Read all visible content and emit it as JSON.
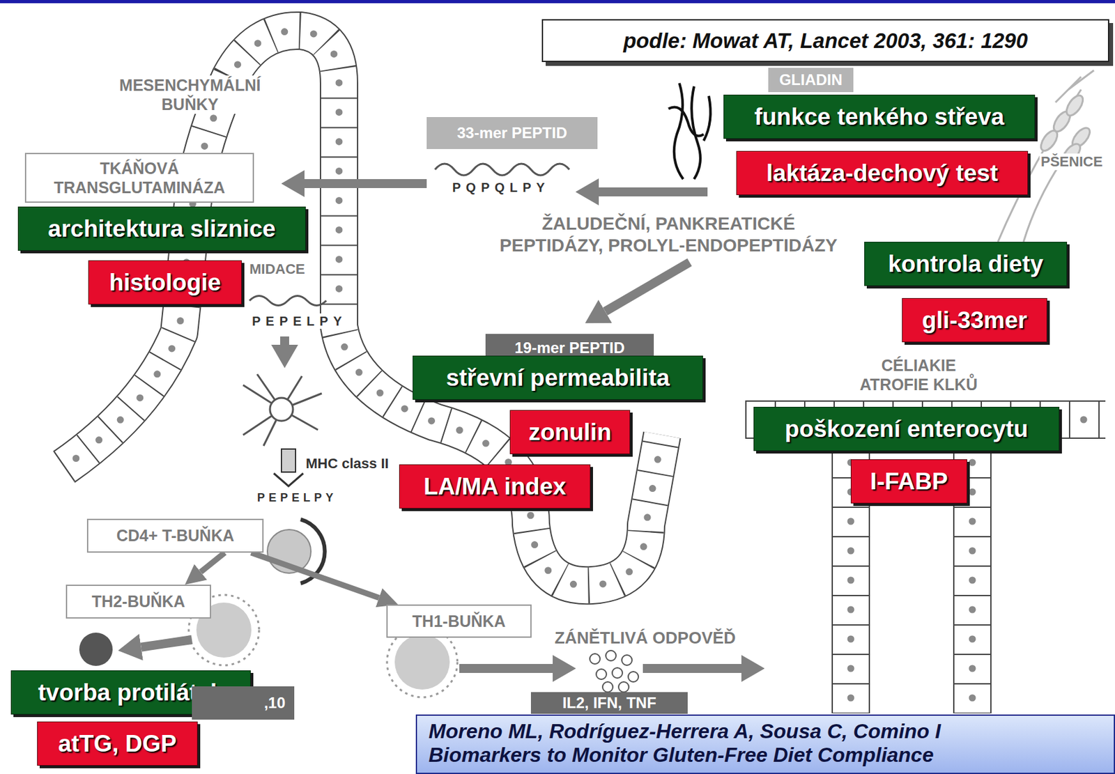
{
  "diagram": {
    "nodes": [
      {
        "text": [
          "podle: Mowat AT, Lancet 2003, 361: 1290"
        ]
      },
      {
        "text": [
          "GLIADIN"
        ]
      },
      {
        "text": [
          "funkce tenkého střeva"
        ]
      },
      {
        "text": [
          "laktáza-dechový test"
        ]
      },
      {
        "text": [
          "33-mer PEPTID"
        ]
      },
      {
        "text": [
          "TKÁŇOVÁ TRANSGLUTAMINÁZA"
        ]
      },
      {
        "text": [
          "architektura sliznice"
        ]
      },
      {
        "text": [
          "histologie"
        ]
      },
      {
        "text": [
          "kontrola diety"
        ]
      },
      {
        "text": [
          "gli-33mer"
        ]
      },
      {
        "text": [
          "19-mer PEPTID"
        ]
      },
      {
        "text": [
          "střevní permeabilita"
        ]
      },
      {
        "text": [
          "poškození enterocytu"
        ]
      },
      {
        "text": [
          "zonulin"
        ]
      },
      {
        "text": [
          "I-FABP"
        ]
      },
      {
        "text": [
          "LA/MA index"
        ]
      },
      {
        "text": [
          "CD4+ T-BUŇKA"
        ]
      },
      {
        "text": [
          "TH2-BUŇKA"
        ]
      },
      {
        "text": [
          "TH1-BUŇKA"
        ]
      },
      {
        "text": [
          "tvorba protilátek"
        ]
      },
      {
        "text": [
          ",10"
        ]
      },
      {
        "text": [
          "atTG, DGP"
        ]
      },
      {
        "text": [
          "IL2, IFN, TNF"
        ]
      },
      {
        "text": [
          "Moreno ML, Rodríguez-Herrera A, Sousa C, Comino I",
          "Biomarkers to Monitor Gluten-Free Diet Compliance"
        ]
      }
    ],
    "edges": [
      {
        "from": 16,
        "to": 17,
        "arrow": "to"
      },
      {
        "from": 16,
        "to": 18,
        "arrow": "to"
      }
    ],
    "labels": [
      "MESENCHYMÁLNÍ BUŇKY",
      "PŠENICE",
      "PQPQLPY",
      "ŽALUDEČNÍ, PANKREATICKÉ PEPTIDÁZY, PROLYL-ENDOPEPTIDÁZY",
      "MIDACE",
      "PEPELPY",
      "CÉLIAKIE ATROFIE KLKŮ",
      "MHC class II",
      "PEPELPY",
      "ZÁNĚTLIVÁ ODPOVĚĎ"
    ]
  }
}
